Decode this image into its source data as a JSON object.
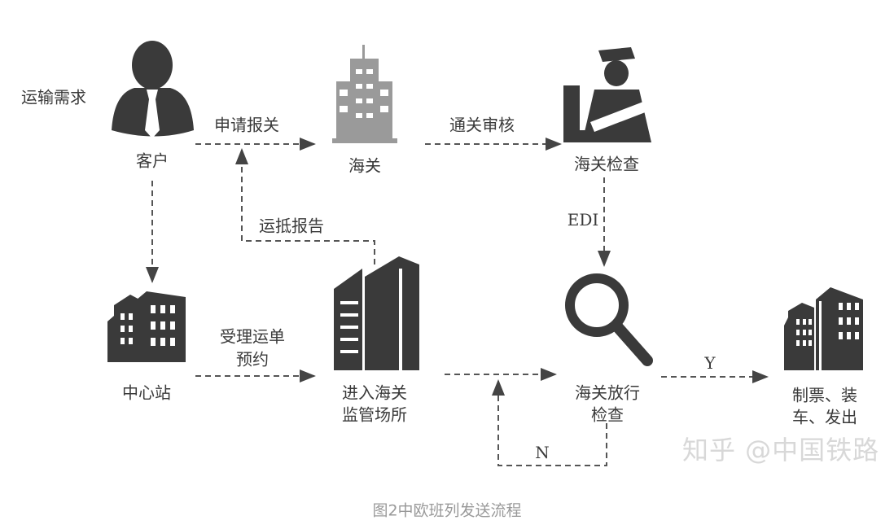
{
  "labels": {
    "demand": "运输需求",
    "customer": "客户",
    "apply_declare": "申请报关",
    "customs": "海关",
    "review": "通关审核",
    "inspection": "海关检查",
    "edi": "EDI",
    "arrival_report": "运抵报告",
    "center_station": "中心站",
    "accept_waybill_1": "受理运单",
    "accept_waybill_2": "预约",
    "enter_1": "进入海关",
    "enter_2": "监管场所",
    "release_1": "海关放行",
    "release_2": "检查",
    "yes": "Y",
    "no": "N",
    "final_1": "制票、装",
    "final_2": "车、发出"
  },
  "watermark": "知乎 @中国铁路",
  "caption": "图2中欧班列发送流程",
  "colors": {
    "icon_dark": "#3a3a3a",
    "icon_gray": "#9a9a9a",
    "line": "#555555",
    "caption": "#999999"
  }
}
